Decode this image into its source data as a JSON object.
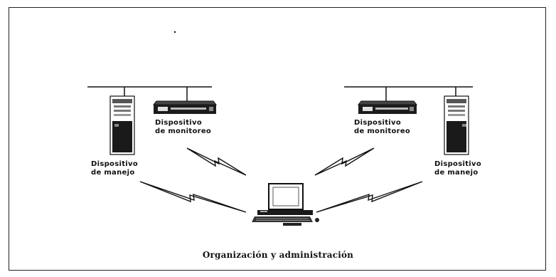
{
  "labels": {
    "monitor_left": "Dispositivo\nde monitoreo",
    "monitor_right": "Dispositivo\nde monitoreo",
    "manage_left": "Dispositivo\nde manejo",
    "manage_right": "Dispositivo\nde manejo"
  },
  "caption": "Organización y administración",
  "icons": {
    "server": "tower-server-icon",
    "monitor_device": "rack-device-icon",
    "workstation": "desktop-computer-icon",
    "link": "lightning-link-icon"
  },
  "colors": {
    "ink": "#111111",
    "background": "#ffffff"
  }
}
